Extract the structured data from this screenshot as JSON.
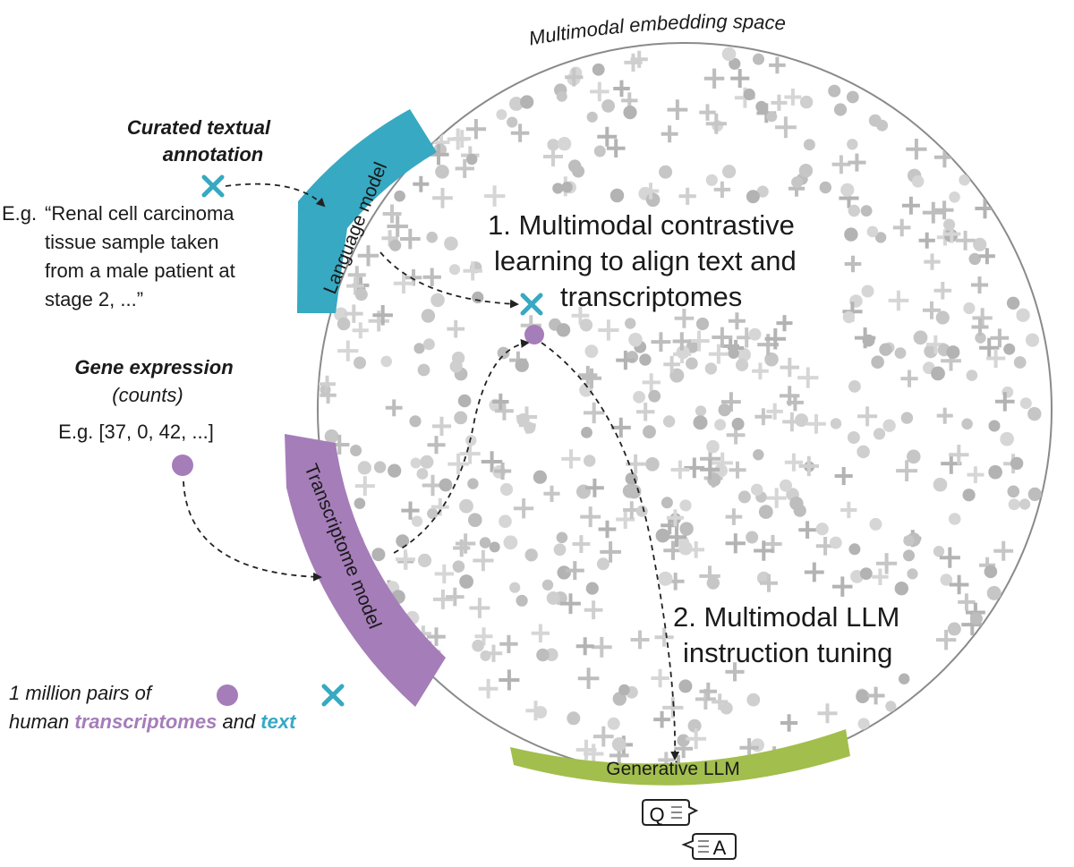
{
  "space_title": "Multimodal embedding space",
  "text_input": {
    "title_line1": "Curated textual",
    "title_line2": "annotation",
    "eg_prefix": "E.g.",
    "example_lines": [
      "“Renal cell carcinoma",
      "tissue sample taken",
      "from a male patient at",
      "stage 2, ...”"
    ]
  },
  "gene_input": {
    "title": "Gene expression",
    "subtitle": "(counts)",
    "example": "E.g. [37, 0, 42, ...]"
  },
  "models": {
    "language": "Language model",
    "transcriptome": "Transcriptome model",
    "generative": "Generative LLM"
  },
  "steps": {
    "step1_lines": [
      "1. Multimodal contrastive",
      "learning to align text and",
      "transcriptomes"
    ],
    "step2_lines": [
      "2. Multimodal LLM",
      "instruction tuning"
    ]
  },
  "legend": {
    "line1": "1 million pairs of",
    "line2_prefix": "human ",
    "transcriptomes": "transcriptomes",
    "and": " and ",
    "text": "text"
  },
  "qa": {
    "q": "Q",
    "a": "A"
  },
  "colors": {
    "text_teal": "#37a9c2",
    "transcriptome_purple": "#a57db9",
    "llm_green": "#a2be4d",
    "circle_outline": "#8a8a8a",
    "scatter_gray": "#c8c8c8"
  },
  "icons": {
    "text_marker": "x-cross-icon",
    "transcriptome_marker": "dot-icon",
    "question": "speech-bubble-q-icon",
    "answer": "speech-bubble-a-icon"
  }
}
